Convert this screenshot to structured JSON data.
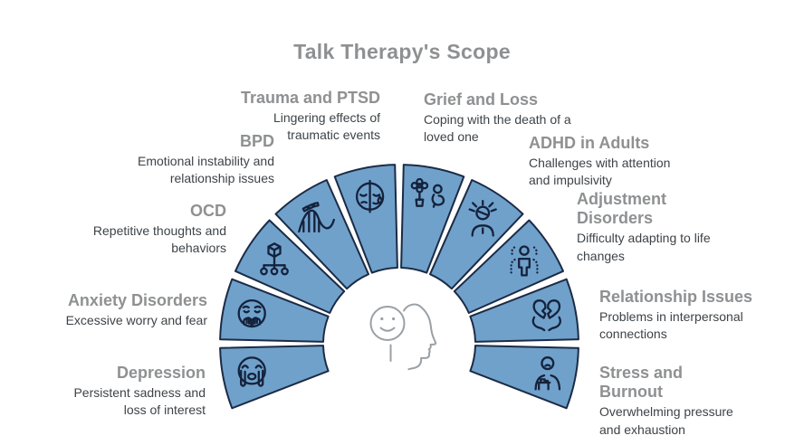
{
  "title": "Talk Therapy's Scope",
  "center": {
    "icon": "head-profile-smiley-icon"
  },
  "colors": {
    "background": "#FFFFFF",
    "segment_fill": "#6FA1CB",
    "segment_stroke": "#1C2B45",
    "icon_color": "#15223C",
    "heading_color": "#8E9092",
    "body_color": "#3E4347",
    "title_color": "#8E9092",
    "head_outline": "#9BA0A5"
  },
  "segments": [
    {
      "label": "Depression",
      "description": "Persistent sadness and loss of interest",
      "icon": "crying-face-icon"
    },
    {
      "label": "Anxiety Disorders",
      "description": "Excessive worry and fear",
      "icon": "anxious-face-icon"
    },
    {
      "label": "OCD",
      "description": "Repetitive thoughts and behaviors",
      "icon": "obsession-diagram-icon"
    },
    {
      "label": "BPD",
      "description": "Emotional instability and relationship issues",
      "icon": "rollercoaster-icon"
    },
    {
      "label": "Trauma and PTSD",
      "description": "Lingering effects of traumatic events",
      "icon": "split-face-tear-icon"
    },
    {
      "label": "Grief and Loss",
      "description": "Coping with the death of a loved one",
      "icon": "flower-mourner-icon"
    },
    {
      "label": "ADHD in Adults",
      "description": "Challenges with attention and impulsivity",
      "icon": "stressed-head-icon"
    },
    {
      "label": "Adjustment Disorders",
      "description": "Difficulty adapting to life changes",
      "icon": "changing-person-icon"
    },
    {
      "label": "Relationship Issues",
      "description": "Problems in interpersonal connections",
      "icon": "broken-heart-hands-icon"
    },
    {
      "label": "Stress and Burnout",
      "description": "Overwhelming pressure and exhaustion",
      "icon": "slumped-at-desk-icon"
    }
  ]
}
